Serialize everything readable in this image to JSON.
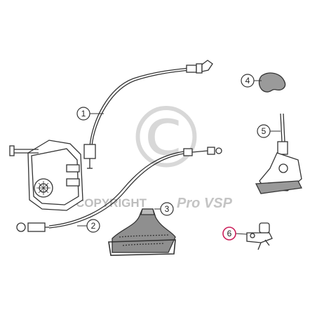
{
  "watermark": {
    "symbol": "©",
    "copyright_text": "COPYRIGHT",
    "brand_text": "Pro VSP"
  },
  "callouts": [
    {
      "id": "1",
      "label": "1",
      "part": "selector cable",
      "highlighted": false
    },
    {
      "id": "2",
      "label": "2",
      "part": "shift cable",
      "highlighted": false
    },
    {
      "id": "3",
      "label": "3",
      "part": "gear lever boot",
      "highlighted": false
    },
    {
      "id": "4",
      "label": "4",
      "part": "gear knob",
      "highlighted": false
    },
    {
      "id": "5",
      "label": "5",
      "part": "gear lever assembly",
      "highlighted": false
    },
    {
      "id": "6",
      "label": "6",
      "part": "shift linkage bracket",
      "highlighted": true
    }
  ],
  "colors": {
    "line": "#333333",
    "highlight": "#cc1f5a",
    "watermark": "#c8c8c8"
  }
}
